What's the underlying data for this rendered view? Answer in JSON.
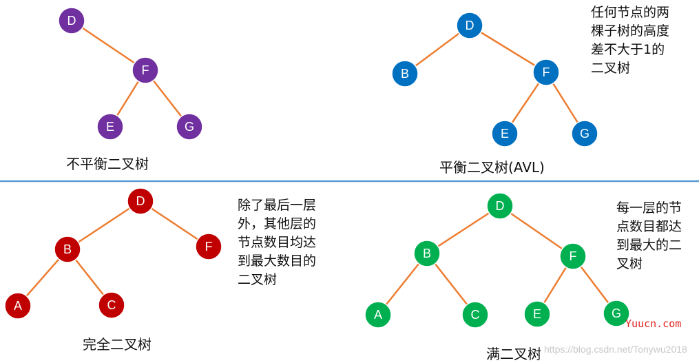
{
  "colors": {
    "edge": "#ed7d31",
    "divider": "#5b9bd5",
    "unbalanced": "#7030a0",
    "avl": "#0070c0",
    "complete": "#c00000",
    "full": "#00b050"
  },
  "trees": [
    {
      "id": "unbalanced",
      "caption": "不平衡二叉树",
      "note": [],
      "nodes": [
        {
          "id": "D",
          "label": "D"
        },
        {
          "id": "F",
          "label": "F"
        },
        {
          "id": "E",
          "label": "E"
        },
        {
          "id": "G",
          "label": "G"
        }
      ],
      "edges": [
        [
          "D",
          "F"
        ],
        [
          "F",
          "E"
        ],
        [
          "F",
          "G"
        ]
      ]
    },
    {
      "id": "avl",
      "caption": "平衡二叉树(AVL)",
      "note": [
        "任何节点的两",
        "棵子树的高度",
        "差不大于1的",
        "二叉树"
      ],
      "nodes": [
        {
          "id": "D",
          "label": "D"
        },
        {
          "id": "B",
          "label": "B"
        },
        {
          "id": "F",
          "label": "F"
        },
        {
          "id": "E",
          "label": "E"
        },
        {
          "id": "G",
          "label": "G"
        }
      ],
      "edges": [
        [
          "D",
          "B"
        ],
        [
          "D",
          "F"
        ],
        [
          "F",
          "E"
        ],
        [
          "F",
          "G"
        ]
      ]
    },
    {
      "id": "complete",
      "caption": "完全二叉树",
      "note": [
        "除了最后一层",
        "外，其他层的",
        "节点数目均达",
        "到最大数目的",
        "二叉树"
      ],
      "nodes": [
        {
          "id": "D",
          "label": "D"
        },
        {
          "id": "B",
          "label": "B"
        },
        {
          "id": "F",
          "label": "F"
        },
        {
          "id": "A",
          "label": "A"
        },
        {
          "id": "C",
          "label": "C"
        }
      ],
      "edges": [
        [
          "D",
          "B"
        ],
        [
          "D",
          "F"
        ],
        [
          "B",
          "A"
        ],
        [
          "B",
          "C"
        ]
      ]
    },
    {
      "id": "full",
      "caption": "满二叉树",
      "note": [
        "每一层的节",
        "点数目都达",
        "到最大的二",
        "叉树"
      ],
      "nodes": [
        {
          "id": "D",
          "label": "D"
        },
        {
          "id": "B",
          "label": "B"
        },
        {
          "id": "F",
          "label": "F"
        },
        {
          "id": "A",
          "label": "A"
        },
        {
          "id": "C",
          "label": "C"
        },
        {
          "id": "E",
          "label": "E"
        },
        {
          "id": "G",
          "label": "G"
        }
      ],
      "edges": [
        [
          "D",
          "B"
        ],
        [
          "D",
          "F"
        ],
        [
          "B",
          "A"
        ],
        [
          "B",
          "C"
        ],
        [
          "F",
          "E"
        ],
        [
          "F",
          "G"
        ]
      ]
    }
  ],
  "watermark": {
    "brand": "Yuucn.com",
    "url": "https://blog.csdn.net/Tonywu2018"
  }
}
